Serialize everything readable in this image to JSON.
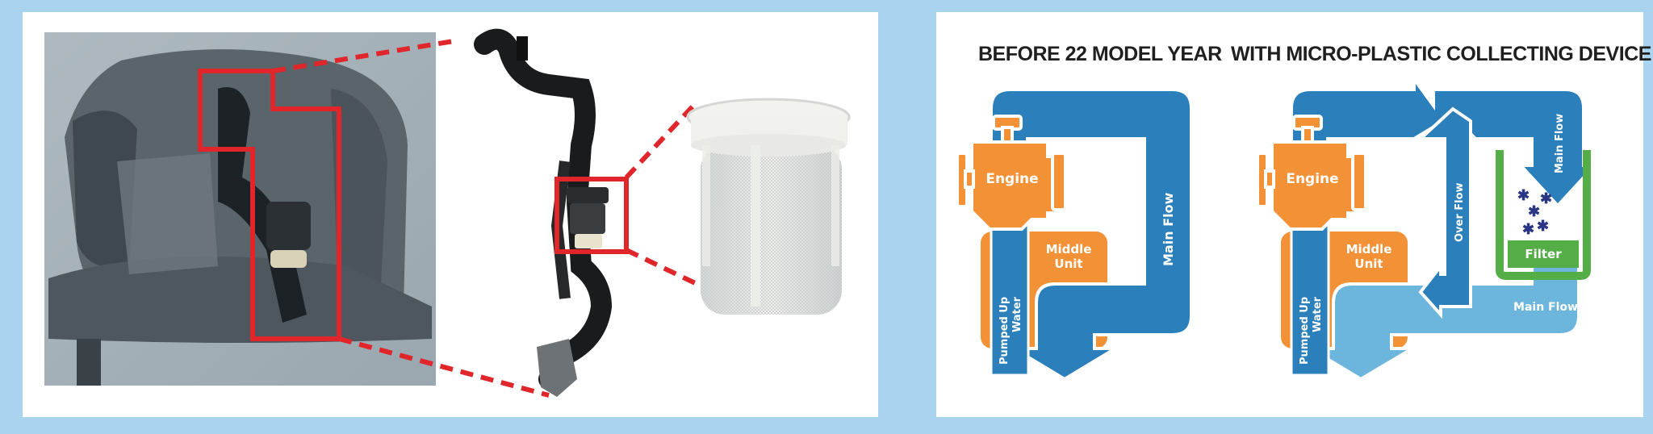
{
  "left_panel": {
    "photo_subject": "outboard-engine-cutaway",
    "callout_color": "#e0262b"
  },
  "right_panel": {
    "before": {
      "title": "BEFORE 22 MODEL YEAR",
      "engine": "Engine",
      "middle_unit_line1": "Middle",
      "middle_unit_line2": "Unit",
      "pumped_line1": "Pumped Up",
      "pumped_line2": "Water",
      "main_flow": "Main Flow"
    },
    "after": {
      "title": "WITH MICRO-PLASTIC COLLECTING DEVICE",
      "engine": "Engine",
      "middle_unit_line1": "Middle",
      "middle_unit_line2": "Unit",
      "pumped_line1": "Pumped Up",
      "pumped_line2": "Water",
      "over_flow": "Over Flow",
      "main_flow_top": "Main Flow",
      "main_flow_bottom": "Main Flow",
      "filter": "Filter"
    }
  },
  "colors": {
    "flow_blue": "#2b7fbb",
    "light_blue": "#6cb5dd",
    "engine_orange": "#f39137",
    "filter_green": "#55ad48",
    "particle_navy": "#2a3585"
  }
}
